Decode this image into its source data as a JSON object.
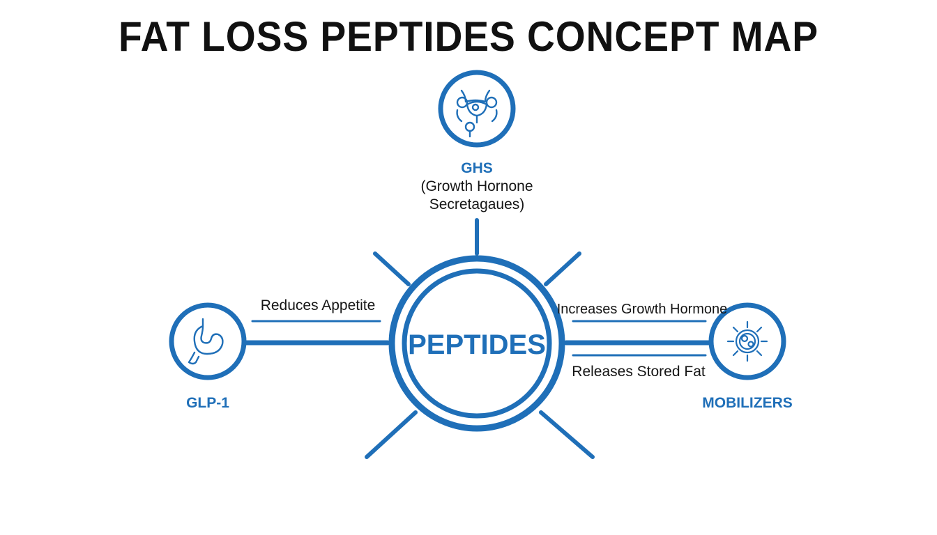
{
  "title": "FAT LOSS PEPTIDES CONCEPT MAP",
  "colors": {
    "accent": "#1f6fb8",
    "text": "#151515"
  },
  "center": {
    "label": "PEPTIDES"
  },
  "nodes": {
    "ghs": {
      "name": "GHS",
      "desc_line1": "(Growth Hornone",
      "desc_line2": "Secretagaues)",
      "icon": "pituitary-gland-icon"
    },
    "glp1": {
      "name": "GLP-1",
      "icon": "stomach-icon"
    },
    "mobilizers": {
      "name": "MOBILIZERS",
      "icon": "fat-cell-release-icon"
    }
  },
  "edges": {
    "glp1": "Reduces Appetite",
    "ghs": "Increases Growth Hormone",
    "mobilizers": "Releases Stored Fat"
  }
}
